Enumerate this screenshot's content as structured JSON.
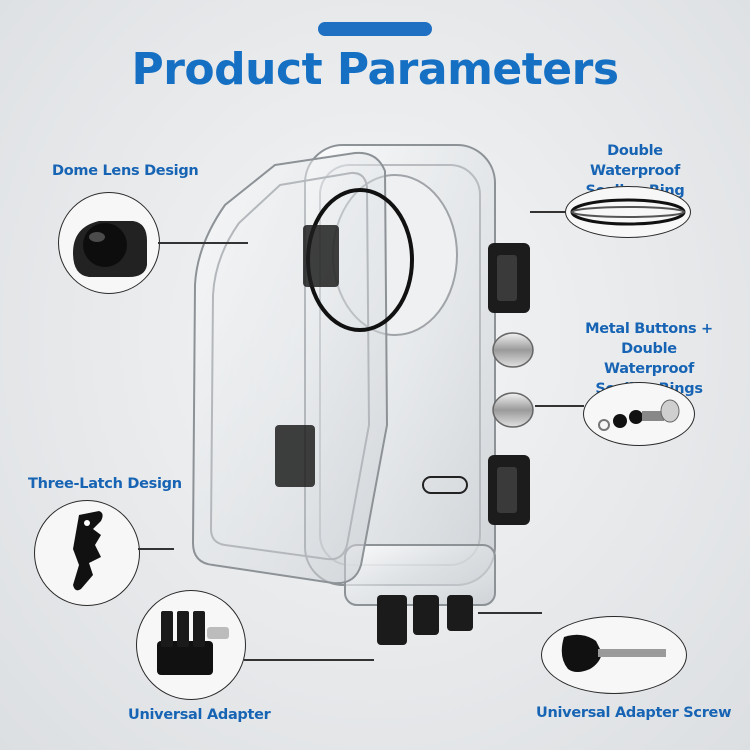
{
  "header": {
    "title": "Product Parameters"
  },
  "features": {
    "dome_lens": "Dome Lens Design",
    "sealing_ring_line1": "Double Waterproof",
    "sealing_ring_line2": "Sealing Ring",
    "buttons_line1": "Metal Buttons +",
    "buttons_line2": "Double Waterproof",
    "buttons_line3": "Sealing Rings",
    "latch": "Three-Latch Design",
    "adapter": "Universal Adapter",
    "adapter_screw": "Universal Adapter Screw"
  },
  "colors": {
    "accent": "#1570c4",
    "label": "#1764b4",
    "outline": "#2a2a2a"
  }
}
